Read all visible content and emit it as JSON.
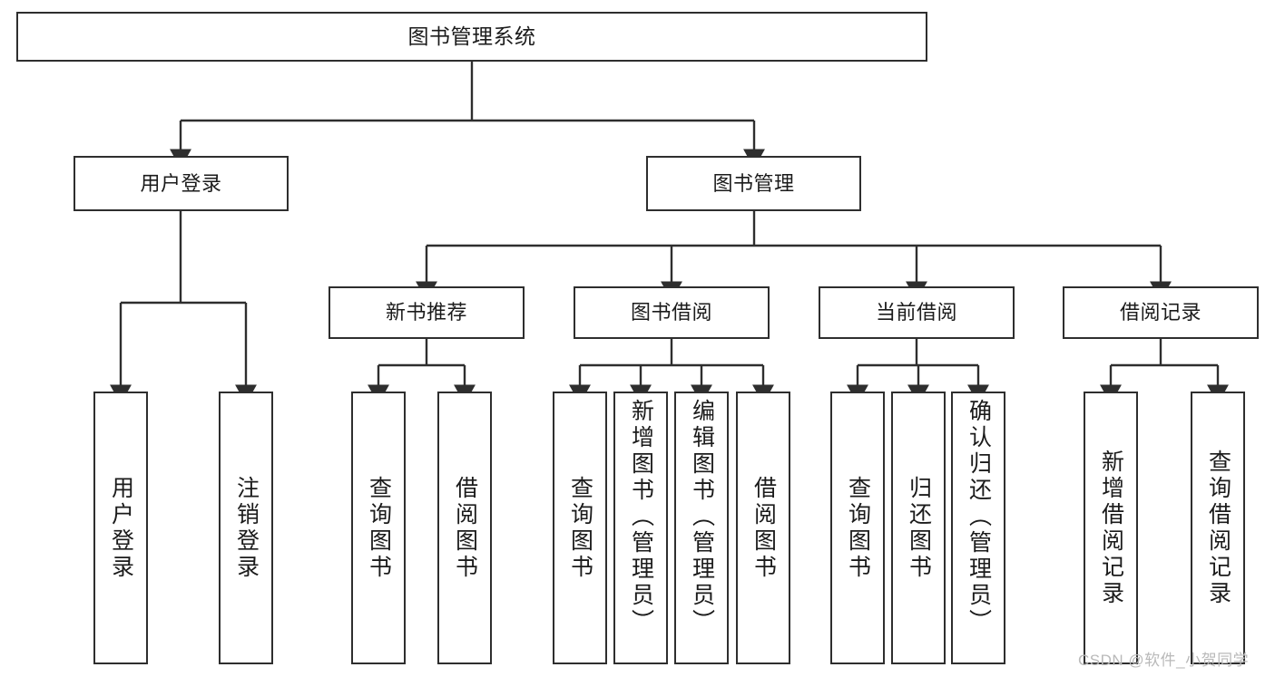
{
  "diagram": {
    "title": "图书管理系统",
    "root": {
      "id": "root",
      "label": "图书管理系统"
    },
    "level1": [
      {
        "id": "user-login",
        "label": "用户登录"
      },
      {
        "id": "book-manage",
        "label": "图书管理"
      }
    ],
    "level2": [
      {
        "id": "new-book-recommend",
        "label": "新书推荐"
      },
      {
        "id": "book-borrow",
        "label": "图书借阅"
      },
      {
        "id": "current-borrow",
        "label": "当前借阅"
      },
      {
        "id": "borrow-record",
        "label": "借阅记录"
      }
    ],
    "leaves": {
      "user_login": [
        {
          "id": "leaf-user-login",
          "label": "用户登录"
        },
        {
          "id": "leaf-logout-login",
          "label": "注销登录"
        }
      ],
      "new_book_recommend": [
        {
          "id": "leaf-query-book-1",
          "label": "查询图书"
        },
        {
          "id": "leaf-borrow-book-1",
          "label": "借阅图书"
        }
      ],
      "book_borrow": [
        {
          "id": "leaf-query-book-2",
          "label": "查询图书"
        },
        {
          "id": "leaf-add-book",
          "label": "新增图书（管理员）"
        },
        {
          "id": "leaf-edit-book",
          "label": "编辑图书（管理员）"
        },
        {
          "id": "leaf-borrow-book-2",
          "label": "借阅图书"
        }
      ],
      "current_borrow": [
        {
          "id": "leaf-query-book-3",
          "label": "查询图书"
        },
        {
          "id": "leaf-return-book",
          "label": "归还图书"
        },
        {
          "id": "leaf-confirm-return",
          "label": "确认归还（管理员）"
        }
      ],
      "borrow_record": [
        {
          "id": "leaf-add-record",
          "label": "新增借阅记录"
        },
        {
          "id": "leaf-query-record",
          "label": "查询借阅记录"
        }
      ]
    }
  },
  "watermark": {
    "text": "CSDN @软件_小贺同学"
  },
  "colors": {
    "stroke": "#2e2e2e",
    "fill": "#ffffff",
    "text": "#1b1b1b",
    "watermark": "#b9b9b9"
  }
}
